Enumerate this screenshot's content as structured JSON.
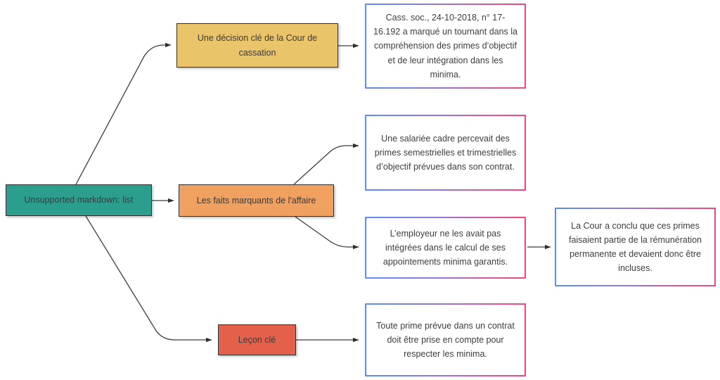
{
  "diagram": {
    "title": "Unsupported markdown: list",
    "background": "#ffffff",
    "edge_color": "#3c3c3c",
    "colors": {
      "root": "#2b9e8d",
      "branch_gold": "#e9c469",
      "branch_orange": "#f0a05f",
      "branch_red": "#e4604a",
      "leaf_border_start": "#5b8def",
      "leaf_border_end": "#ec4a77",
      "node_border": "#2f2f2f",
      "text": "#3b3b3b"
    }
  },
  "nodes": {
    "root": {
      "label": "Unsupported markdown: list"
    },
    "branch1": {
      "label": "Une décision clé de la Cour de cassation"
    },
    "branch2": {
      "label": "Les faits marquants de l'affaire"
    },
    "branch3": {
      "label": "Leçon clé"
    },
    "leaf1": {
      "label": "Cass. soc., 24-10-2018, n° 17-16.192 a marqué un tournant dans la compréhension des primes d’objectif et de leur intégration dans les minima."
    },
    "leaf2": {
      "label": "Une salariée cadre percevait des primes semestrielles et trimestrielles d’objectif prévues dans son contrat."
    },
    "leaf3": {
      "label": "L’employeur ne les avait pas intégrées dans le calcul de ses appointements minima garantis."
    },
    "leaf4": {
      "label": "La Cour a conclu que ces primes faisaient partie de la rémunération permanente et devaient donc être incluses."
    },
    "leaf5": {
      "label": "Toute prime prévue dans un contrat doit être prise en compte pour respecter les minima."
    }
  },
  "edges": [
    {
      "from": "root",
      "to": "branch1"
    },
    {
      "from": "root",
      "to": "branch2"
    },
    {
      "from": "root",
      "to": "branch3"
    },
    {
      "from": "branch1",
      "to": "leaf1"
    },
    {
      "from": "branch2",
      "to": "leaf2"
    },
    {
      "from": "branch2",
      "to": "leaf3"
    },
    {
      "from": "branch3",
      "to": "leaf5"
    },
    {
      "from": "leaf3",
      "to": "leaf4"
    }
  ]
}
